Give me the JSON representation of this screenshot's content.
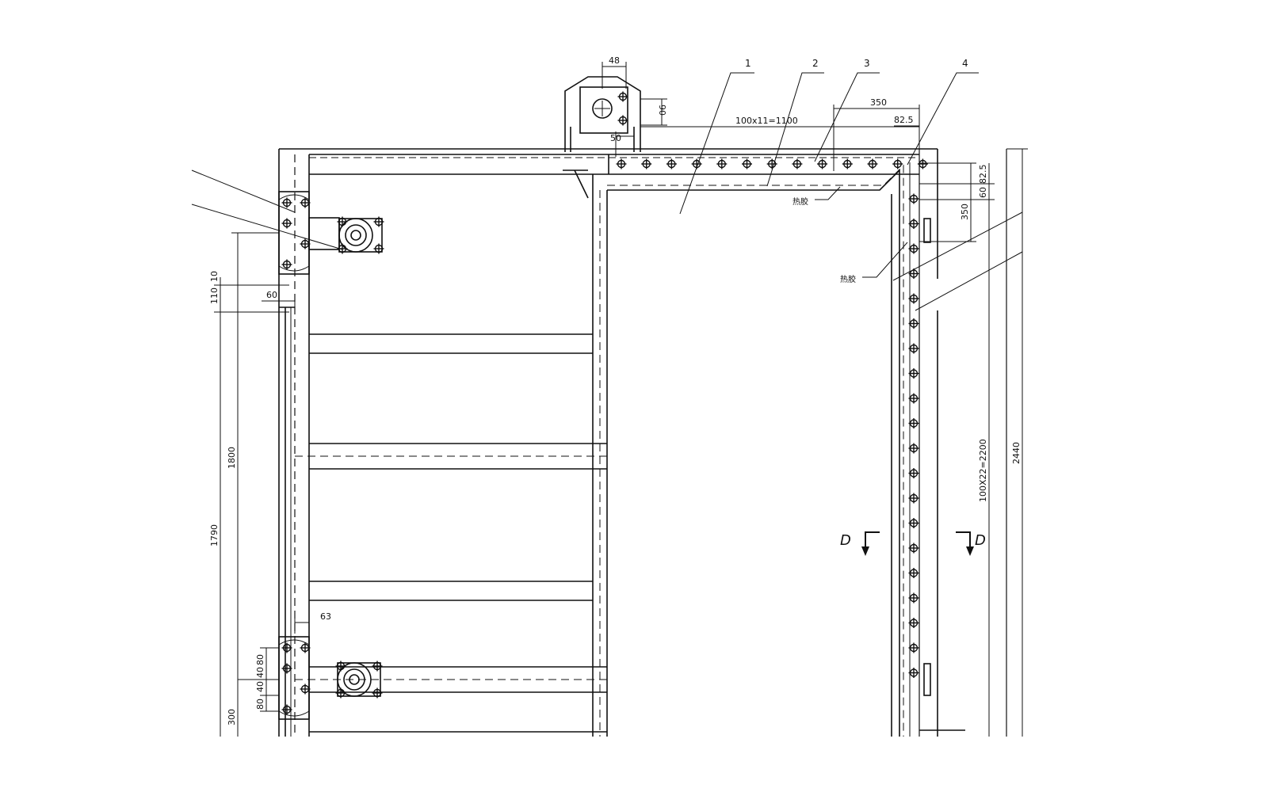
{
  "part_labels": [
    "1",
    "2",
    "3",
    "4"
  ],
  "notes": {
    "hot_glue_top": "热胶",
    "hot_glue_side": "热胶"
  },
  "section_marks": {
    "left": "D",
    "right": "D"
  },
  "dimensions": {
    "hinge_width": "48",
    "hinge_height": "90",
    "hinge_offset": "50",
    "top_bolt_spacing": "100x11=1100",
    "top_right_span": "350",
    "corner_offset_h": "82.5",
    "corner_offset_v": "82.5",
    "side_gap": "60",
    "side_span": "350",
    "side_bolt_spacing": "100X22=2200",
    "overall_height": "2440",
    "left_small_a": "10",
    "left_small_b": "110",
    "left_gap": "60",
    "left_height_a": "1800",
    "left_height_b": "1790",
    "lower_hinge_width": "63",
    "lower_dims_a": "80",
    "lower_dims_b": "40",
    "lower_dims_c": "40",
    "lower_dims_d": "80",
    "bottom_dim": "300"
  }
}
